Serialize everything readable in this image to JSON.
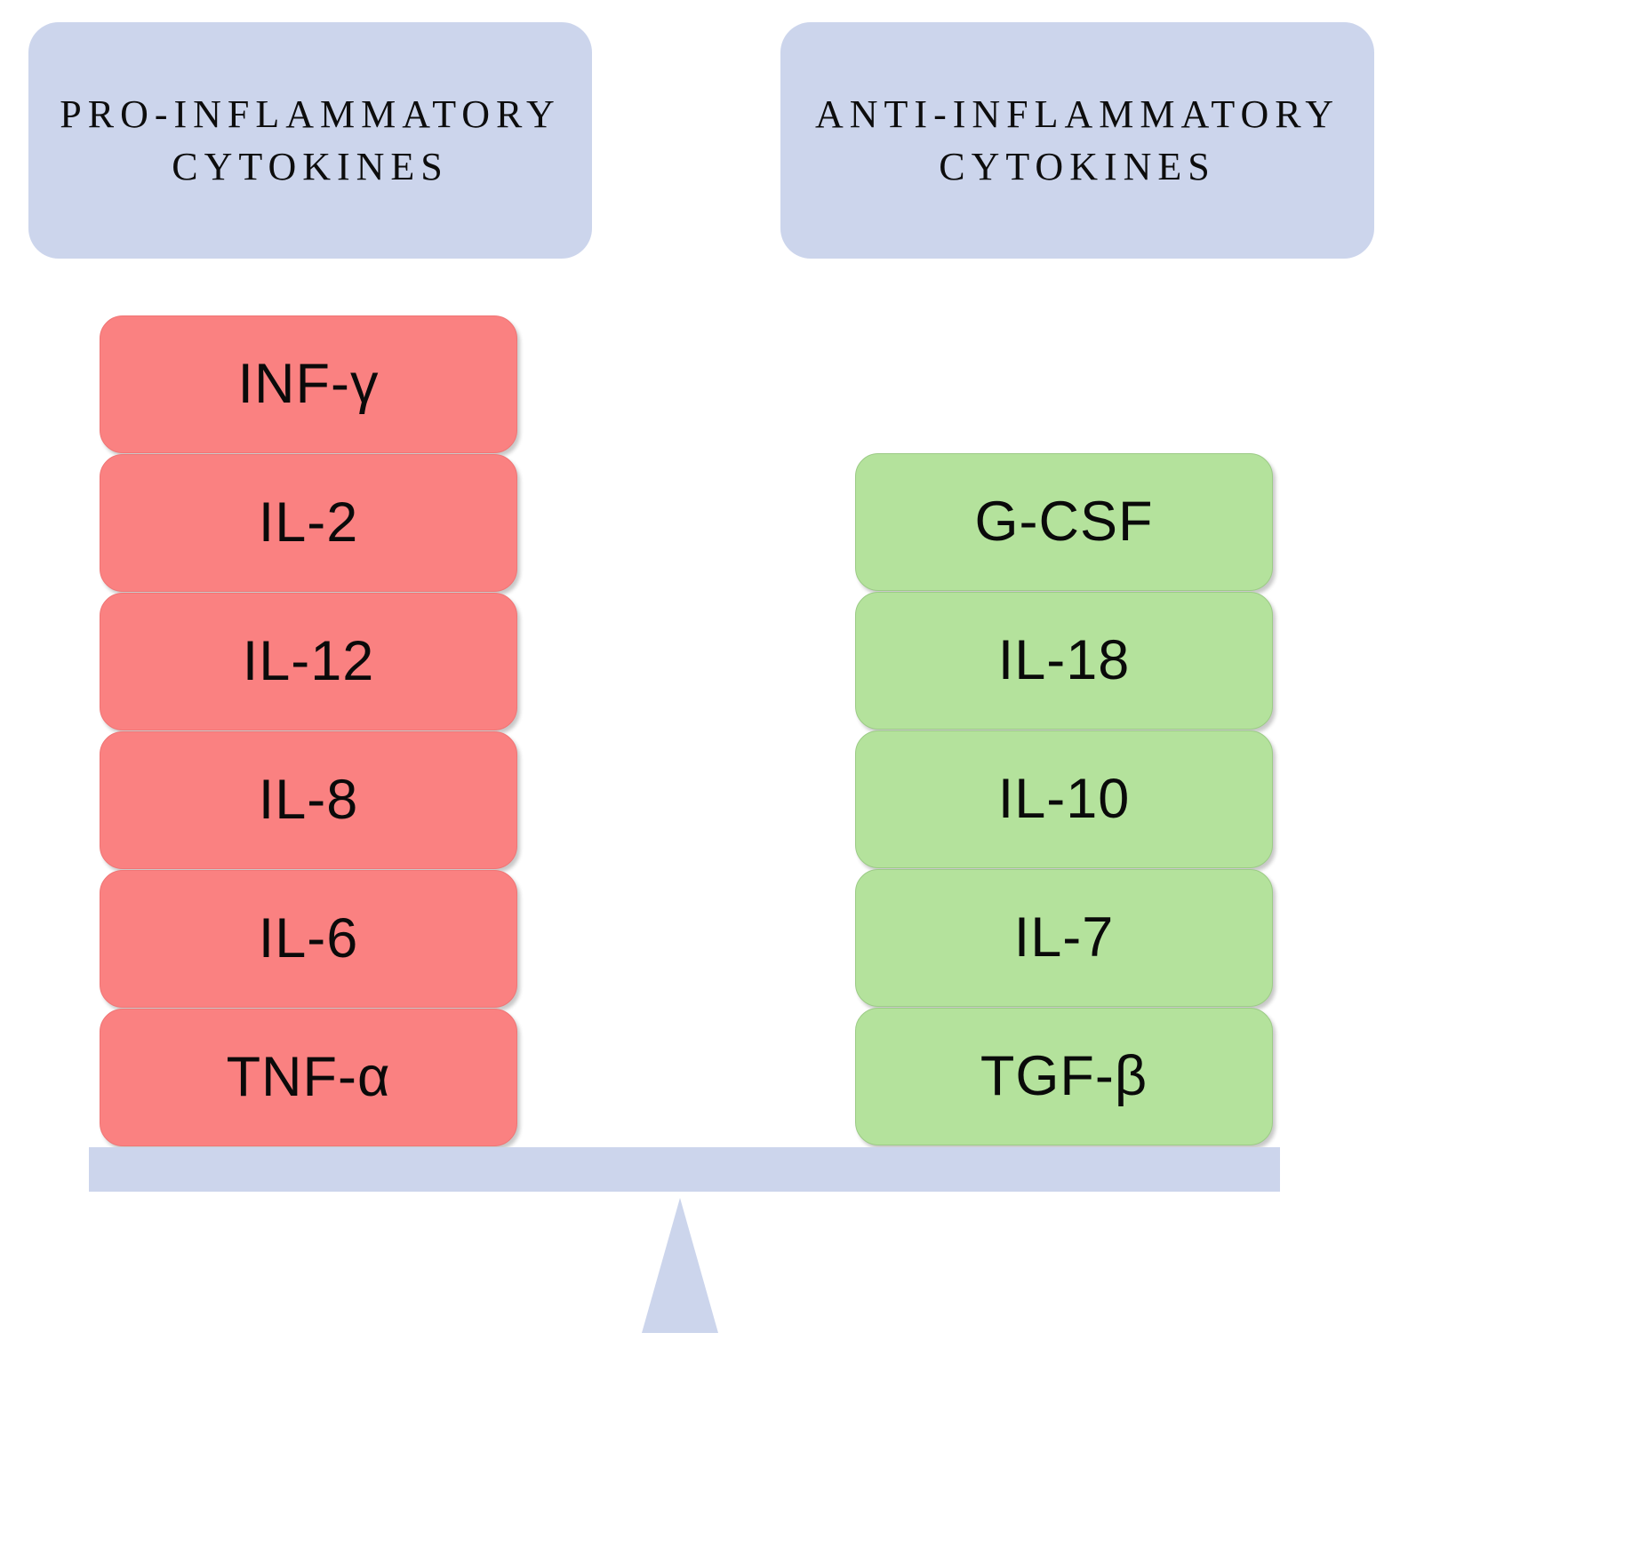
{
  "diagram": {
    "title": "Cytokine balance seesaw",
    "colors": {
      "header_panel": "#CCD5EC",
      "pro_box": "#FA8181",
      "anti_box": "#B4E29C",
      "beam": "#CCD5EC",
      "fulcrum": "#CCD5EC",
      "text": "#0A0A0A",
      "background": "#FFFFFF"
    }
  },
  "headers": {
    "left": "PRO-INFLAMMATORY\nCYTOKINES",
    "right": "ANTI-INFLAMMATORY\nCYTOKINES"
  },
  "columns": {
    "pro": {
      "heading_ref": "PRO-INFLAMMATORY CYTOKINES",
      "items": [
        {
          "label": "INF-γ"
        },
        {
          "label": "IL-2"
        },
        {
          "label": "IL-12"
        },
        {
          "label": "IL-8"
        },
        {
          "label": "IL-6"
        },
        {
          "label": "TNF-α"
        }
      ]
    },
    "anti": {
      "heading_ref": "ANTI-INFLAMMATORY CYTOKINES",
      "items": [
        {
          "label": "G-CSF"
        },
        {
          "label": "IL-18"
        },
        {
          "label": "IL-10"
        },
        {
          "label": "IL-7"
        },
        {
          "label": "TGF-β"
        }
      ]
    }
  },
  "balance": {
    "beam_name": "balance-beam",
    "fulcrum_name": "fulcrum-triangle"
  }
}
